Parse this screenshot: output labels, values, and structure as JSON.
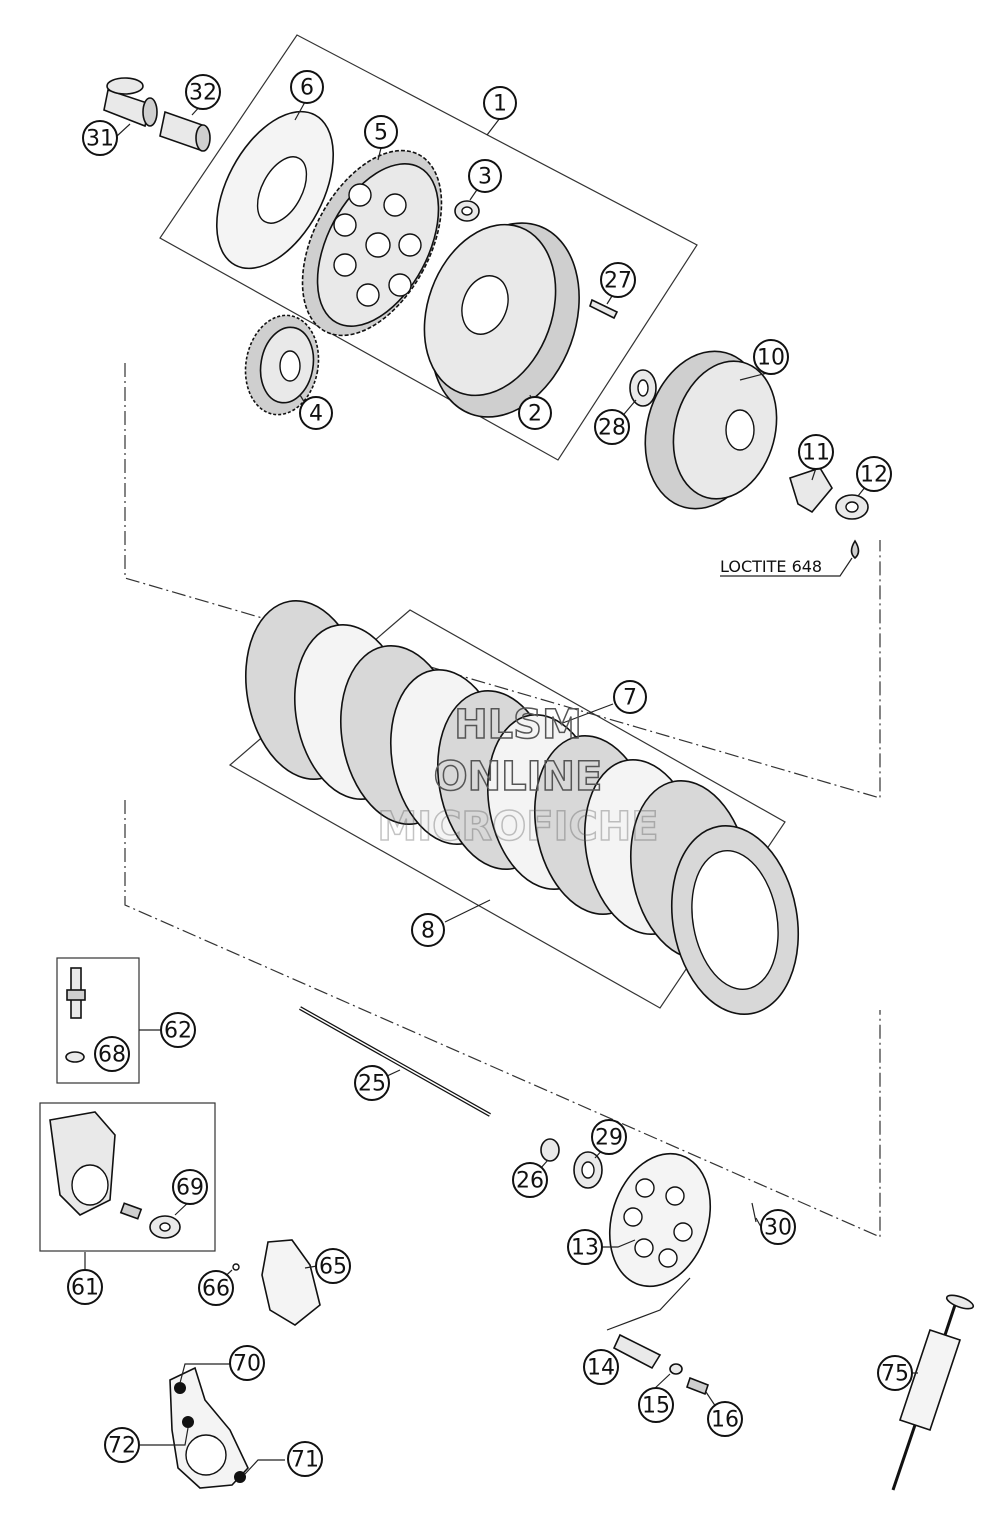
{
  "watermark": {
    "line1": "HLSM",
    "line2": "ONLINE",
    "line3": "MICROFICHE"
  },
  "note": {
    "loctite": "LOCTITE 648"
  },
  "callouts": {
    "c1": "1",
    "c2": "2",
    "c3": "3",
    "c4": "4",
    "c5": "5",
    "c6": "6",
    "c7": "7",
    "c8": "8",
    "c10": "10",
    "c11": "11",
    "c12": "12",
    "c13": "13",
    "c14": "14",
    "c15": "15",
    "c16": "16",
    "c25": "25",
    "c26": "26",
    "c27": "27",
    "c28": "28",
    "c29": "29",
    "c30": "30",
    "c31": "31",
    "c32": "32",
    "c61": "61",
    "c62": "62",
    "c65": "65",
    "c66": "66",
    "c68": "68",
    "c69": "69",
    "c70": "70",
    "c71": "71",
    "c72": "72",
    "c75": "75"
  }
}
